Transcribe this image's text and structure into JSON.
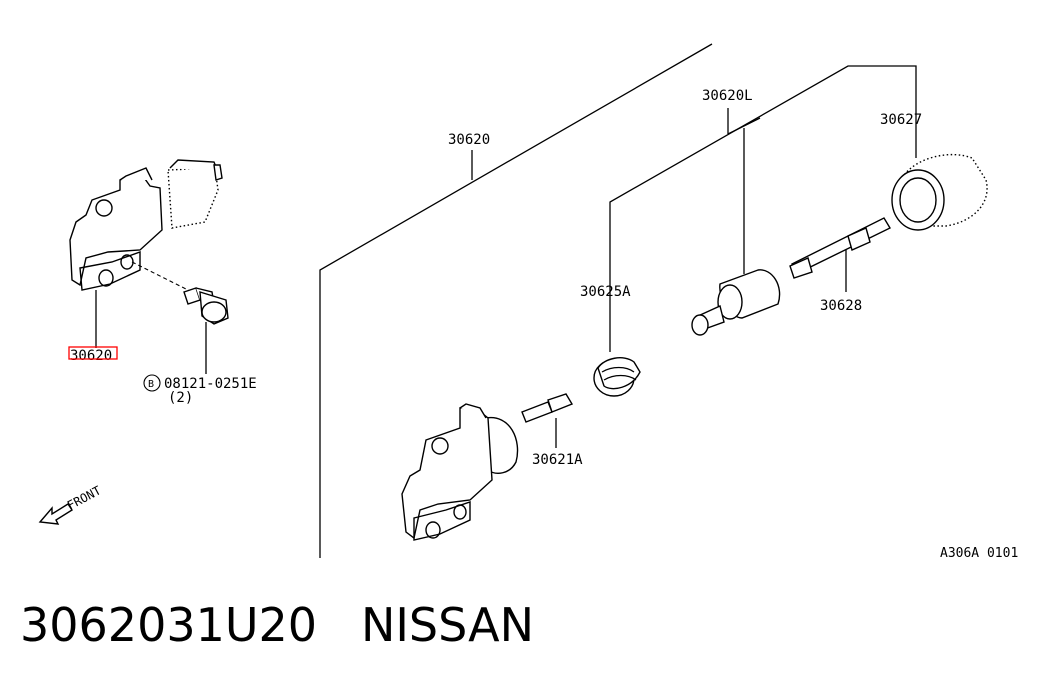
{
  "diagram": {
    "labels": {
      "left_part": "30620",
      "bolt_part": "08121-0251E",
      "bolt_circle": "B",
      "bolt_qty": "(2)",
      "front": "FRONT",
      "assembly": "30620",
      "piston": "30620L",
      "boot_ring": "30627",
      "boot": "30625A",
      "push_rod": "30628",
      "bleeder": "30621A",
      "figure_code": "A306A 0101"
    },
    "highlight_color": "#ff0000"
  },
  "footer": {
    "part_number": "3062031U20",
    "brand": "NISSAN"
  }
}
